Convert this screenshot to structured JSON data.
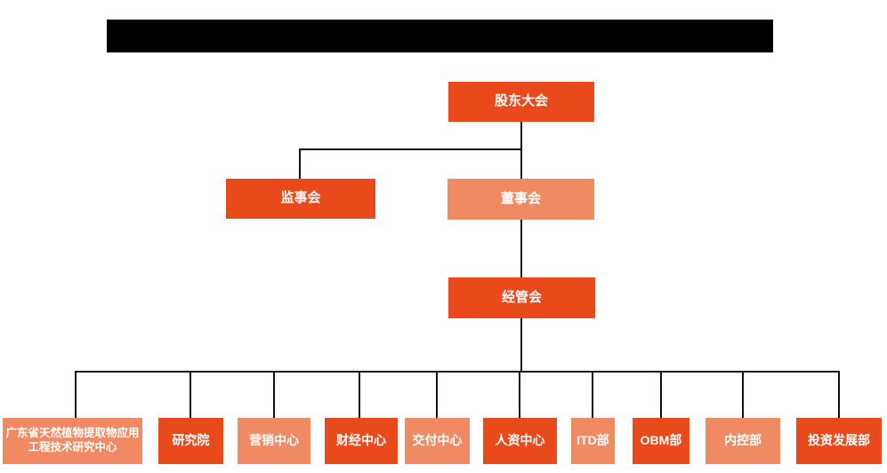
{
  "colors": {
    "primary": "#E84A1B",
    "secondary": "#F08A63",
    "connector": "#111111",
    "node_text": "#FFFFFF",
    "redaction": "#000000",
    "background": "#FFFFFF"
  },
  "title_bar": {
    "redacted": true,
    "text": ""
  },
  "org_chart": {
    "root": {
      "label": "股东大会",
      "tone": "primary"
    },
    "level2": [
      {
        "label": "监事会",
        "tone": "primary"
      },
      {
        "label": "董事会",
        "tone": "secondary"
      }
    ],
    "level3": {
      "label": "经管会",
      "tone": "primary"
    },
    "departments": [
      {
        "label": "广东省天然植物提取物应用工程技术研究中心",
        "tone": "secondary"
      },
      {
        "label": "研究院",
        "tone": "primary"
      },
      {
        "label": "营销中心",
        "tone": "secondary"
      },
      {
        "label": "财经中心",
        "tone": "primary"
      },
      {
        "label": "交付中心",
        "tone": "secondary"
      },
      {
        "label": "人资中心",
        "tone": "primary"
      },
      {
        "label": "ITD部",
        "tone": "secondary"
      },
      {
        "label": "OBM部",
        "tone": "primary"
      },
      {
        "label": "内控部",
        "tone": "secondary"
      },
      {
        "label": "投资发展部",
        "tone": "primary"
      }
    ]
  }
}
